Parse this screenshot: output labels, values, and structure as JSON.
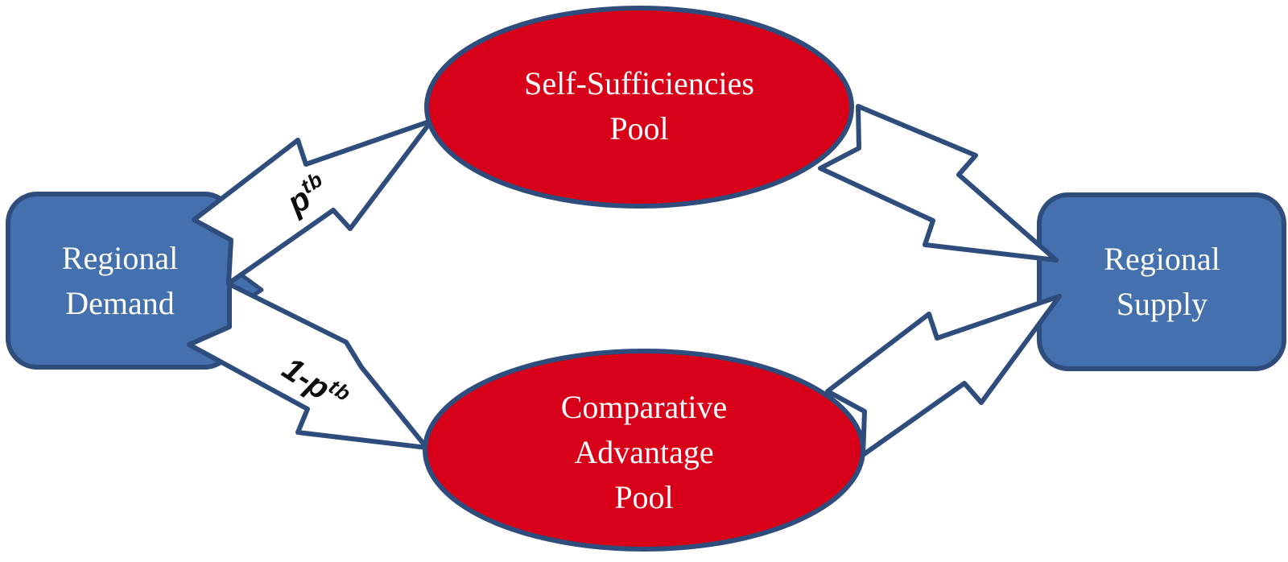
{
  "diagram": {
    "type": "flow-diagram",
    "background": "#ffffff",
    "colors": {
      "node_fill_blue": "#4470AE",
      "node_fill_red": "#D80019",
      "outline_navy": "#2E4C7C",
      "arrow_fill": "#ffffff",
      "node_text": "#ffffff",
      "edge_label_text": "#0b0b0b"
    },
    "nodes": {
      "regional_demand": {
        "lines": [
          "Regional",
          "Demand"
        ]
      },
      "self_sufficiencies_pool": {
        "lines": [
          "Self-Sufficiencies",
          "Pool"
        ]
      },
      "comparative_advantage_pool": {
        "lines": [
          "Comparative",
          "Advantage",
          "Pool"
        ]
      },
      "regional_supply": {
        "lines": [
          "Regional",
          "Supply"
        ]
      }
    },
    "edge_labels": {
      "p_tb": {
        "base": "p",
        "sup": "tb"
      },
      "one_minus_p_tb": {
        "base": "1-p",
        "sup": "tb"
      }
    },
    "edges": [
      {
        "from": "Regional Demand",
        "to": "Self-Sufficiencies Pool",
        "label": "p^tb"
      },
      {
        "from": "Regional Demand",
        "to": "Comparative Advantage Pool",
        "label": "1-p^tb"
      },
      {
        "from": "Self-Sufficiencies Pool",
        "to": "Regional Supply",
        "label": ""
      },
      {
        "from": "Comparative Advantage Pool",
        "to": "Regional Supply",
        "label": ""
      }
    ]
  }
}
